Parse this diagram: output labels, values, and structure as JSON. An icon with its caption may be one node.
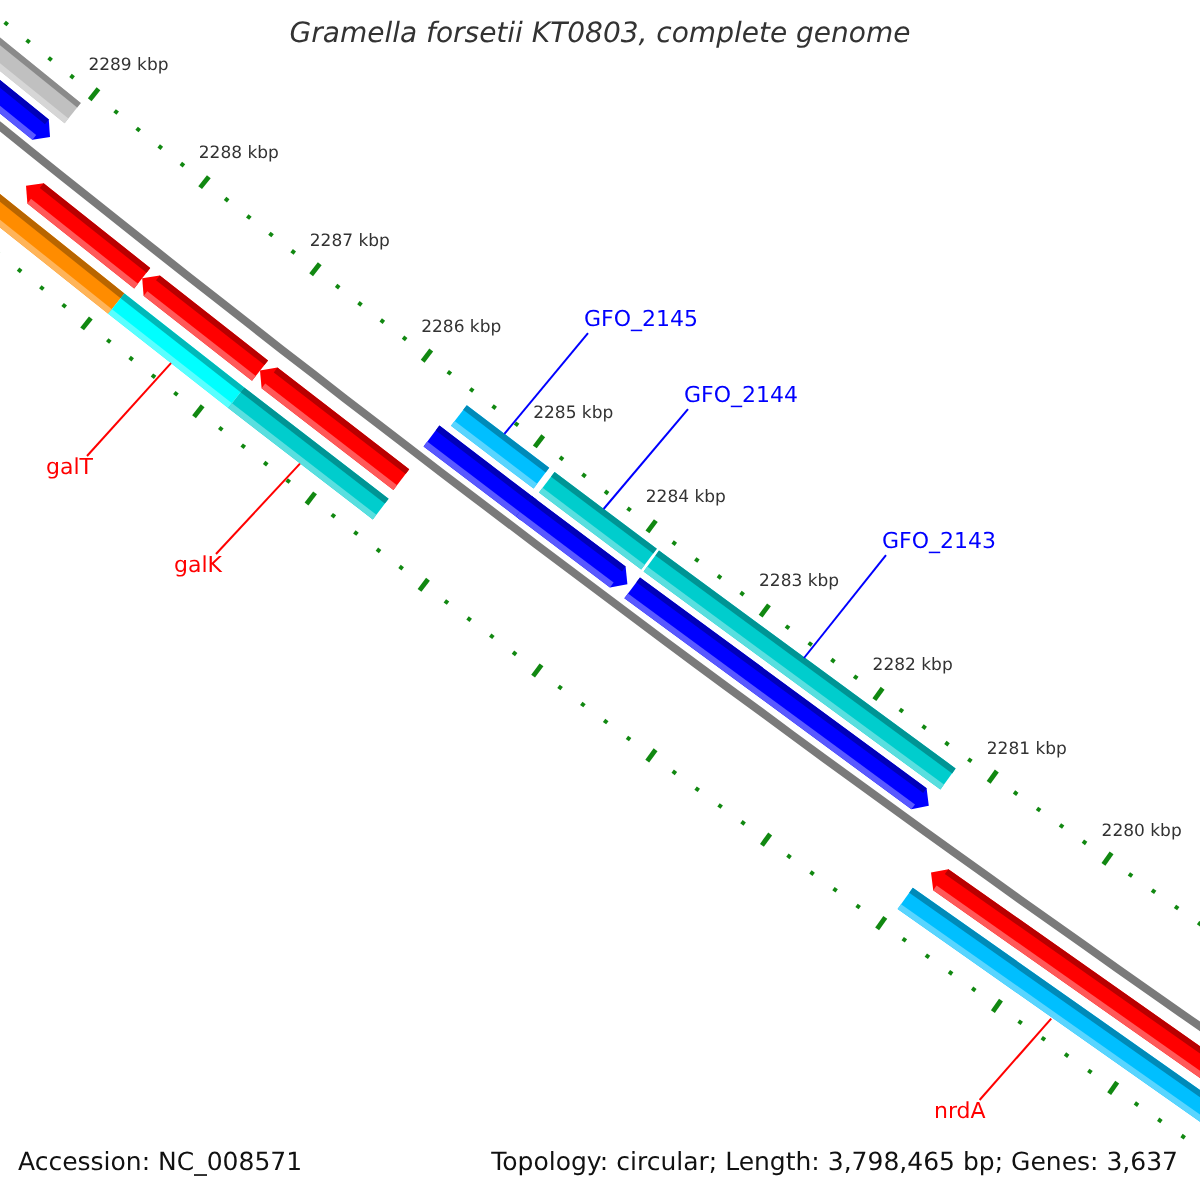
{
  "diagram": {
    "title": "Gramella forsetii KT0803, complete genome",
    "nodes": [
      {
        "text": [
          "GFO_2145"
        ]
      },
      {
        "text": [
          "GFO_2144"
        ]
      },
      {
        "text": [
          "GFO_2143"
        ]
      },
      {
        "text": [
          "galT"
        ]
      },
      {
        "text": [
          "galK"
        ]
      },
      {
        "text": [
          "nrdA"
        ]
      },
      {
        "text": [],
        "shape": "bar"
      },
      {
        "text": [],
        "shape": "bar"
      },
      {
        "text": [],
        "shape": "bar"
      },
      {
        "text": [],
        "shape": "bar"
      },
      {
        "text": [],
        "shape": "bar"
      },
      {
        "text": [],
        "shape": "bar"
      }
    ],
    "edges": [
      {
        "from": 0,
        "to": 8,
        "arrow": "none"
      },
      {
        "from": 1,
        "to": 9,
        "arrow": "none"
      },
      {
        "from": 2,
        "to": 10,
        "arrow": "none"
      },
      {
        "from": 3,
        "to": 6,
        "arrow": "none",
        "color": "#ff0000"
      },
      {
        "from": 4,
        "to": 7,
        "arrow": "none",
        "color": "#ff0000"
      },
      {
        "from": 5,
        "to": 11,
        "arrow": "none",
        "color": "#ff0000"
      }
    ],
    "labels": [
      "2289 kbp",
      "2288 kbp",
      "2287 kbp",
      "2286 kbp",
      "2285 kbp",
      "2284 kbp",
      "2283 kbp",
      "2282 kbp",
      "2281 kbp",
      "2280 kbp",
      "Accession: NC_008571",
      "Topology: circular; Length: 3,798,465 bp; Genes: 3,637"
    ]
  }
}
